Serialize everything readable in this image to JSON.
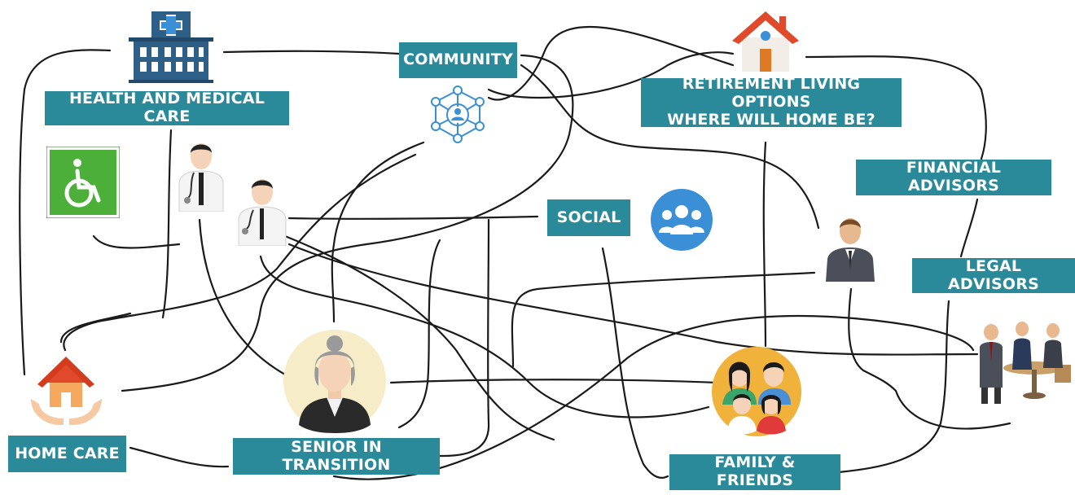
{
  "nodes": {
    "health": "HEALTH AND MEDICAL CARE",
    "community": "COMMUNITY",
    "retirement_line1": "RETIREMENT LIVING OPTIONS",
    "retirement_line2": "WHERE WILL HOME BE?",
    "financial": "FINANCIAL ADVISORS",
    "social": "SOCIAL",
    "legal": "LEGAL ADVISORS",
    "home_care": "HOME CARE",
    "senior": "SENIOR IN TRANSITION",
    "family": "FAMILY & FRIENDS"
  },
  "icons": [
    "hospital-icon",
    "network-icon",
    "house-icon",
    "wheelchair-icon",
    "doctor-icon",
    "group-icon",
    "advisor-icon",
    "legal-team-icon",
    "home-in-hands-icon",
    "senior-woman-icon",
    "family-icon"
  ],
  "colors": {
    "label_bg": "#2b8a99",
    "label_text": "#ffffff",
    "line": "#1a1a1a",
    "wheelchair_bg": "#4caf3a",
    "group_bg": "#3a8fd6",
    "house_roof": "#e04a2a"
  }
}
